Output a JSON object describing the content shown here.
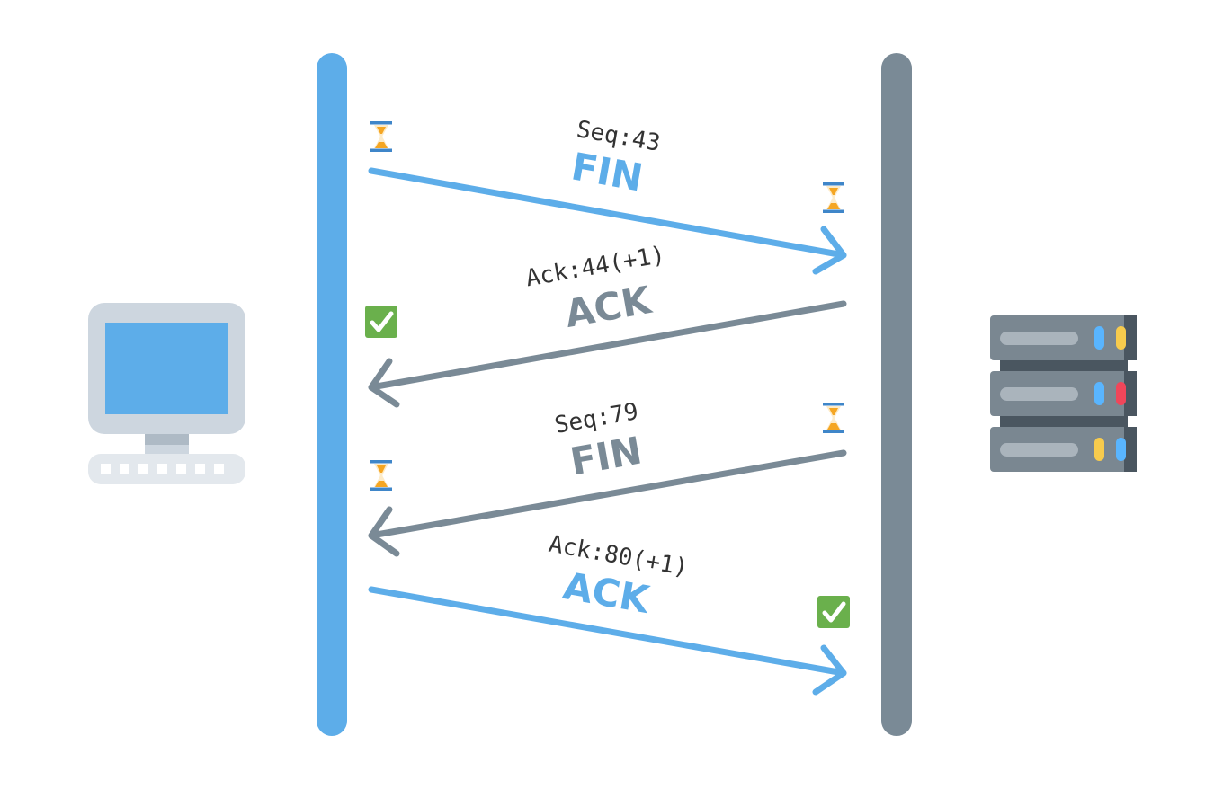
{
  "colors": {
    "client": "#5DADE9",
    "server": "#7A8A96",
    "hourglass_frame": "#3F86C9",
    "hourglass_sand": "#F5A623",
    "check": "#6AB04C",
    "monitor_frame": "#CDD6DF",
    "monitor_screen": "#5DADE9",
    "rack_body": "#7A8791",
    "rack_dark": "#4A5660",
    "led_blue": "#59B5FF",
    "led_yellow": "#F7CB4D",
    "led_red": "#F0465A"
  },
  "nodes": {
    "client": {
      "icon": "computer-icon"
    },
    "server": {
      "icon": "server-rack-icon"
    }
  },
  "messages": [
    {
      "seq_text": "Seq:43",
      "type_text": "FIN",
      "direction": "client-to-server"
    },
    {
      "seq_text": "Ack:44(+1)",
      "type_text": "ACK",
      "direction": "server-to-client"
    },
    {
      "seq_text": "Seq:79",
      "type_text": "FIN",
      "direction": "server-to-client"
    },
    {
      "seq_text": "Ack:80(+1)",
      "type_text": "ACK",
      "direction": "client-to-server"
    }
  ],
  "markers": [
    {
      "icon": "hourglass-icon",
      "side": "client",
      "state": "waiting"
    },
    {
      "icon": "hourglass-icon",
      "side": "server",
      "state": "waiting"
    },
    {
      "icon": "checkmark-icon",
      "side": "client",
      "state": "done"
    },
    {
      "icon": "hourglass-icon",
      "side": "server",
      "state": "waiting"
    },
    {
      "icon": "hourglass-icon",
      "side": "client",
      "state": "waiting"
    },
    {
      "icon": "checkmark-icon",
      "side": "server",
      "state": "done"
    }
  ]
}
